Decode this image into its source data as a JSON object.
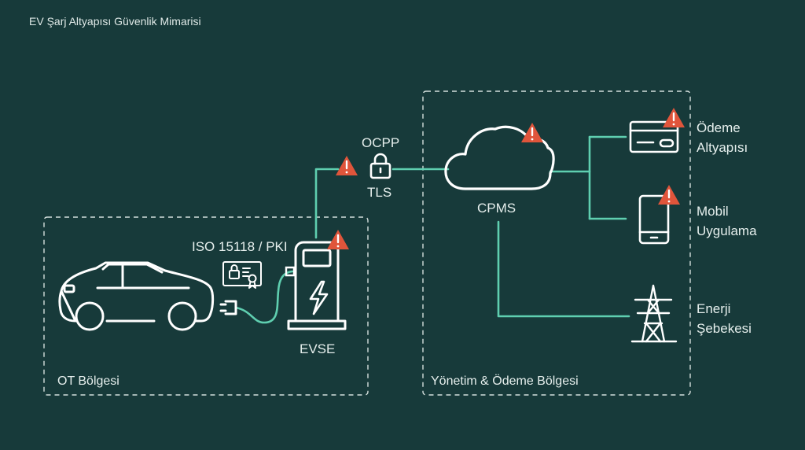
{
  "title": "EV Şarj Altyapısı Güvenlik Mimarisi",
  "zones": {
    "ot": "OT Bölgesi",
    "management": "Yönetim & Ödeme Bölgesi"
  },
  "nodes": {
    "evse": "EVSE",
    "cpms": "CPMS",
    "iso": "ISO 15118 / PKI",
    "protocol": "OCPP",
    "transport": "TLS",
    "payment": [
      "Ödeme",
      "Altyapısı"
    ],
    "mobile": [
      "Mobil",
      "Uygulama"
    ],
    "grid": [
      "Enerji",
      "Şebekesi"
    ]
  },
  "colors": {
    "background": "#173a3a",
    "connector": "#5fcfb0",
    "outline": "#ffffff",
    "warning": "#e0553b"
  },
  "icons": [
    "car-icon",
    "plug-icon",
    "certificate-icon",
    "charging-station-icon",
    "lock-icon",
    "cloud-icon",
    "credit-card-icon",
    "smartphone-icon",
    "power-tower-icon",
    "warning-icon"
  ]
}
